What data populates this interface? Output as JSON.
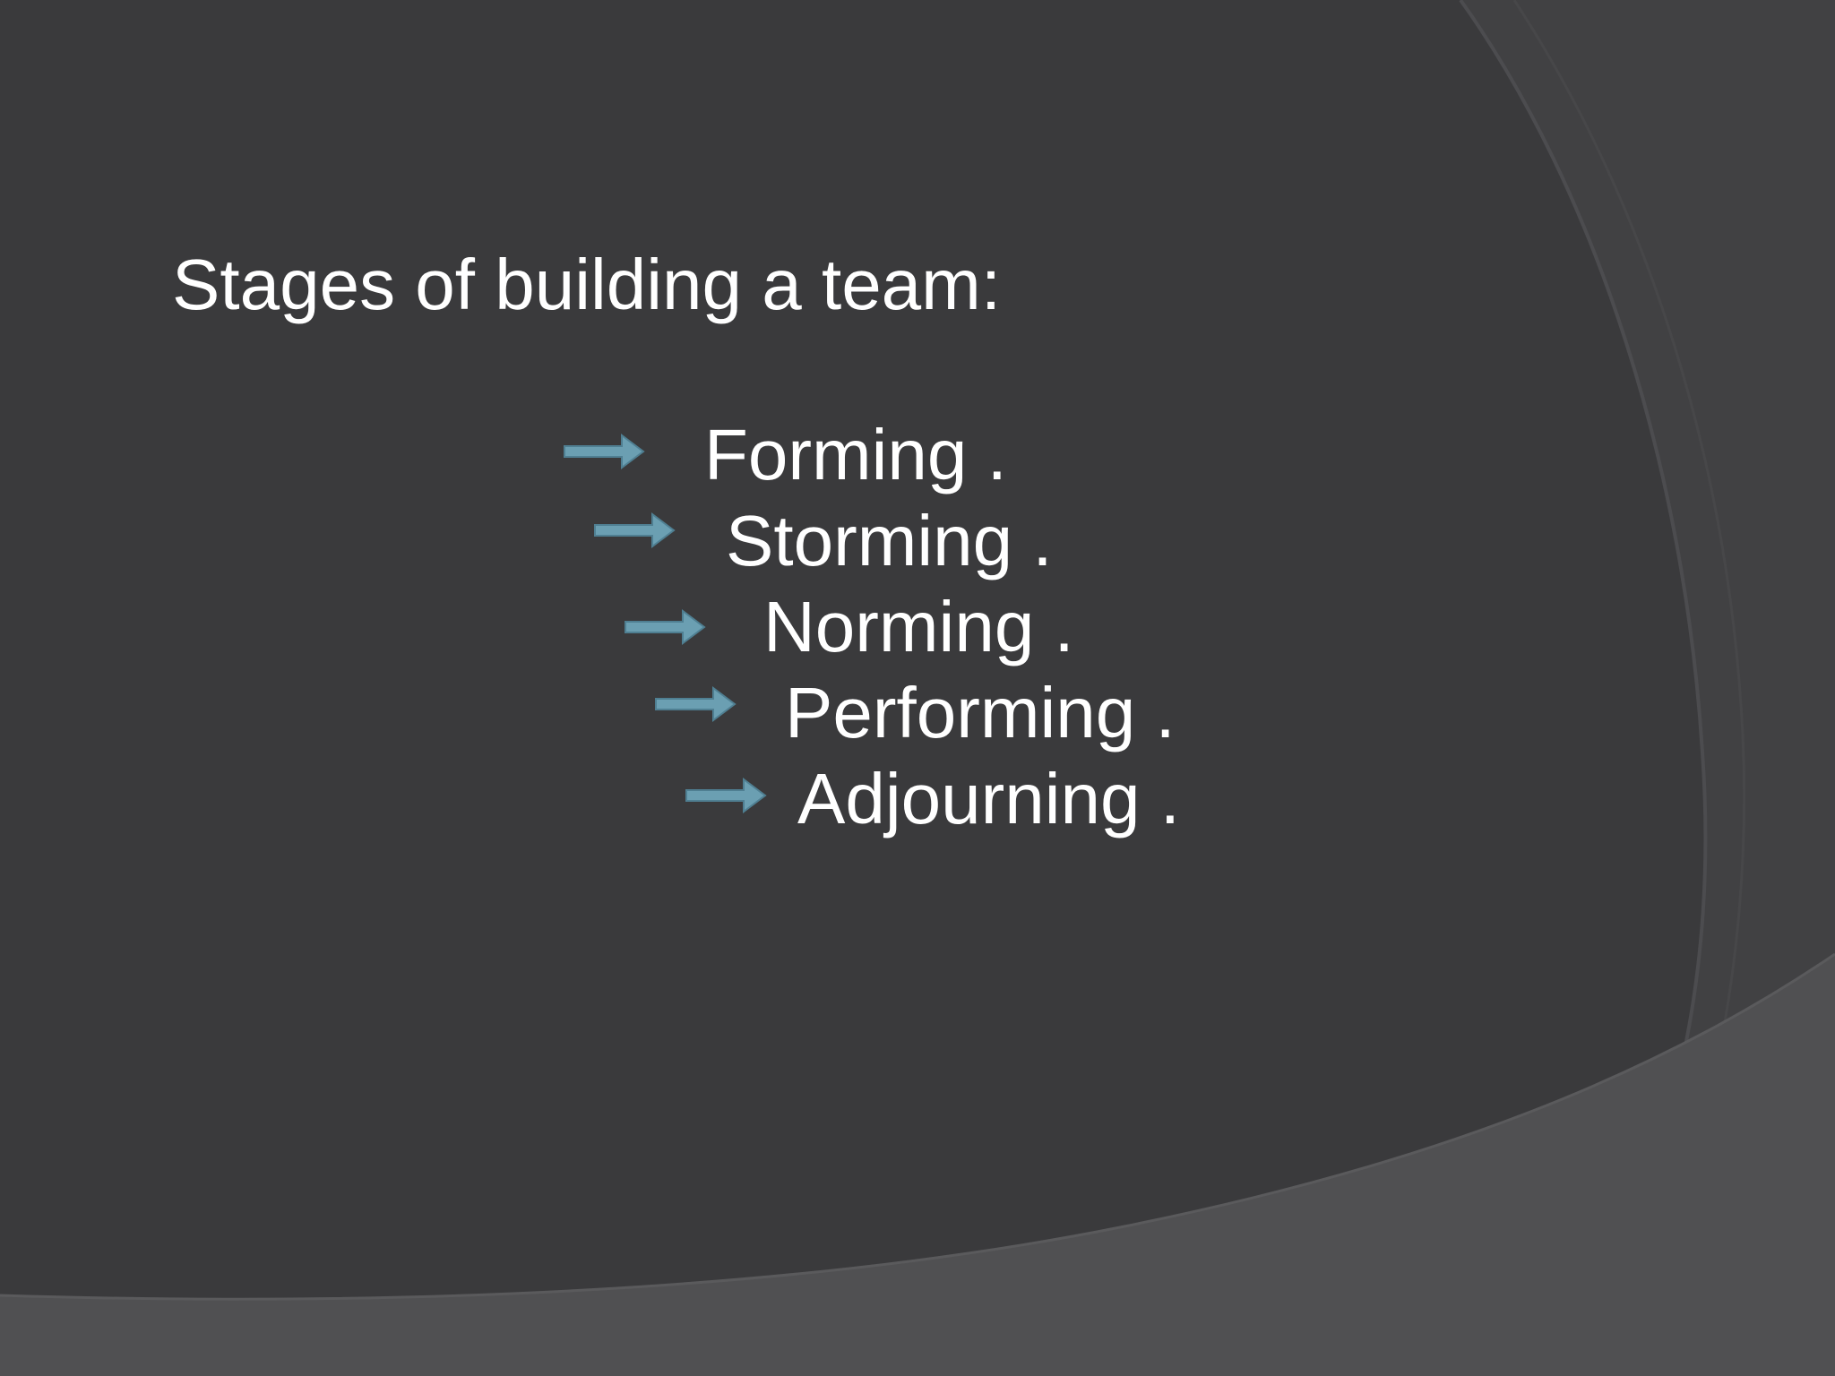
{
  "slide": {
    "title": "Stages of building a team:",
    "stages": [
      {
        "label": "Forming ."
      },
      {
        "label": "Storming ."
      },
      {
        "label": "Norming ."
      },
      {
        "label": "Performing ."
      },
      {
        "label": "Adjourning ."
      }
    ],
    "colors": {
      "background": "#3a3a3c",
      "lower_band": "#505052",
      "arc_line": "#4a4a4d",
      "arrow_fill": "#6b9fb2",
      "arrow_stroke": "#4f7f92",
      "text": "#ffffff"
    },
    "icons": {
      "stage_bullet": "right-arrow-icon"
    }
  }
}
